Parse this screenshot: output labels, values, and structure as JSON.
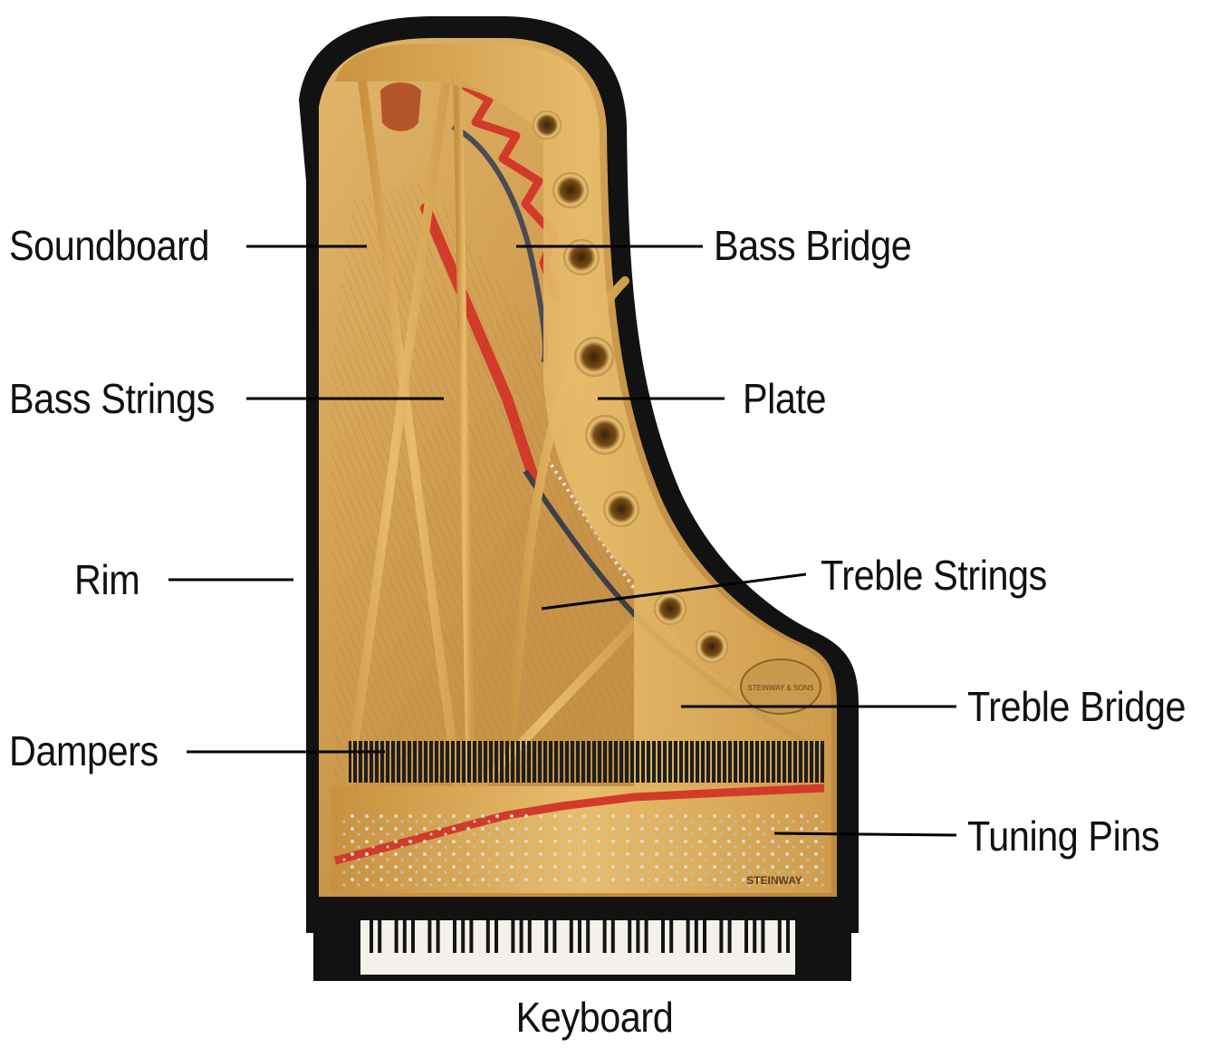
{
  "labels": {
    "soundboard": "Soundboard",
    "bass_strings": "Bass Strings",
    "rim": "Rim",
    "dampers": "Dampers",
    "bass_bridge": "Bass Bridge",
    "plate": "Plate",
    "treble_strings": "Treble Strings",
    "treble_bridge": "Treble Bridge",
    "tuning_pins": "Tuning Pins",
    "keyboard": "Keyboard"
  },
  "engravings": {
    "brand_fallboard": "STEINWAY",
    "medallion": "STEINWAY & SONS"
  },
  "colors": {
    "case": "#121212",
    "plate_gold": "#d9a64a",
    "soundboard": "#c99a4e",
    "felt_red": "#d23a2a",
    "keys_white": "#f4f1ea",
    "keys_black": "#141414"
  }
}
